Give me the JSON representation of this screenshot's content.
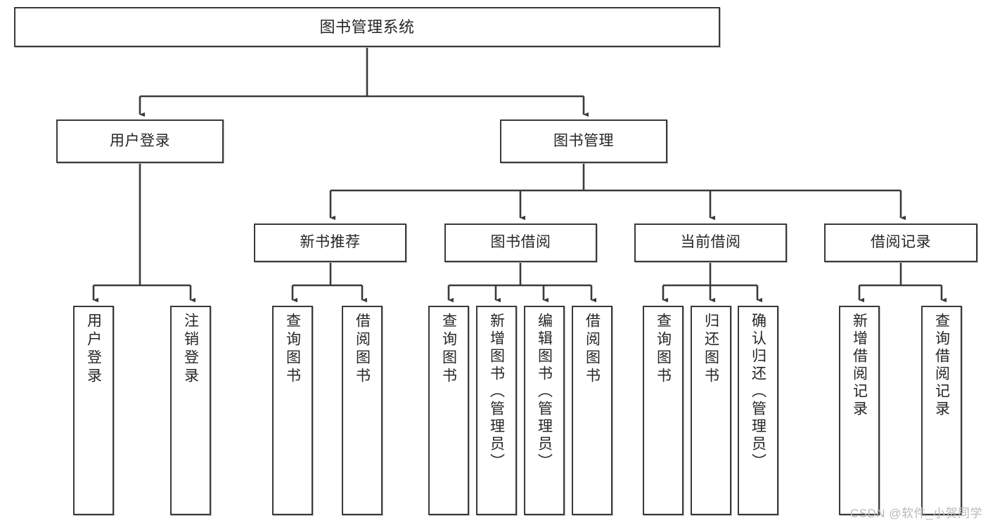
{
  "diagram": {
    "title": "图书管理系统",
    "type": "tree-hierarchy",
    "root": {
      "label": "图书管理系统"
    },
    "level2": [
      {
        "label": "用户登录"
      },
      {
        "label": "图书管理"
      }
    ],
    "level3": [
      {
        "label": "新书推荐"
      },
      {
        "label": "图书借阅"
      },
      {
        "label": "当前借阅"
      },
      {
        "label": "借阅记录"
      }
    ],
    "leaves": {
      "user_login": [
        {
          "label": "用户登录"
        },
        {
          "label": "注销登录"
        }
      ],
      "new_book_recommend": [
        {
          "label": "查询图书"
        },
        {
          "label": "借阅图书"
        }
      ],
      "book_borrow": [
        {
          "label": "查询图书"
        },
        {
          "label": "新增图书（管理员）"
        },
        {
          "label": "编辑图书（管理员）"
        },
        {
          "label": "借阅图书"
        }
      ],
      "current_borrow": [
        {
          "label": "查询图书"
        },
        {
          "label": "归还图书"
        },
        {
          "label": "确认归还（管理员）"
        }
      ],
      "borrow_record": [
        {
          "label": "新增借阅记录"
        },
        {
          "label": "查询借阅记录"
        }
      ]
    }
  },
  "watermark": {
    "text": "CSDN @软件_小贺同学"
  },
  "colors": {
    "border": "#3a3a3a",
    "background": "#ffffff",
    "text": "#262626",
    "watermark": "#b9b9b9"
  }
}
